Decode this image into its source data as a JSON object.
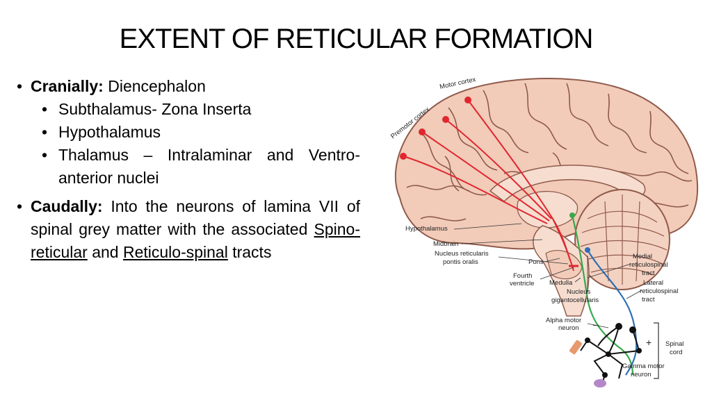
{
  "title": "EXTENT OF RETICULAR FORMATION",
  "bullets": {
    "cranial_head": "Cranially:",
    "cranial_rest": " Diencephalon",
    "sub1": "Subthalamus- Zona Inserta",
    "sub2": "Hypothalamus",
    "sub3": "Thalamus – Intralaminar and Ventro-anterior nuclei",
    "caudal_head": "Caudally:",
    "caudal_rest": " Into the neurons of lamina VII of spinal grey matter with the associated ",
    "caudal_link1": "Spino-reticular",
    "caudal_mid": " and ",
    "caudal_link2": "Reticulo-spinal",
    "caudal_end": " tracts"
  },
  "figure": {
    "labels": {
      "motor_cortex": "Motor cortex",
      "premotor_cortex": "Premotor cortex",
      "hypothalamus": "Hypothalamus",
      "midbrain": "Midbrain",
      "nrpo_1": "Nucleus reticularis",
      "nrpo_2": "pontis oralis",
      "pons": "Pons",
      "fourth_1": "Fourth",
      "fourth_2": "ventricle",
      "medulla": "Medulla",
      "ngc_1": "Nucleus",
      "ngc_2": "gigantocellularis",
      "mrst_1": "Medial",
      "mrst_2": "reticulospinal",
      "mrst_3": "tract",
      "lrst_1": "Lateral",
      "lrst_2": "reticulospinal",
      "lrst_3": "tract",
      "alpha_1": "Alpha motor",
      "alpha_2": "neuron",
      "gamma_1": "Gamma motor",
      "gamma_2": "neuron",
      "spinal_1": "Spinal",
      "spinal_2": "cord",
      "minus": "–",
      "plus": "+"
    },
    "colors": {
      "cortex": "#f2cbb9",
      "gyri": "#8f5a4a",
      "red_pathway": "#e0262e",
      "green_pathway": "#37a84a",
      "blue_pathway": "#2f6fb5"
    }
  }
}
